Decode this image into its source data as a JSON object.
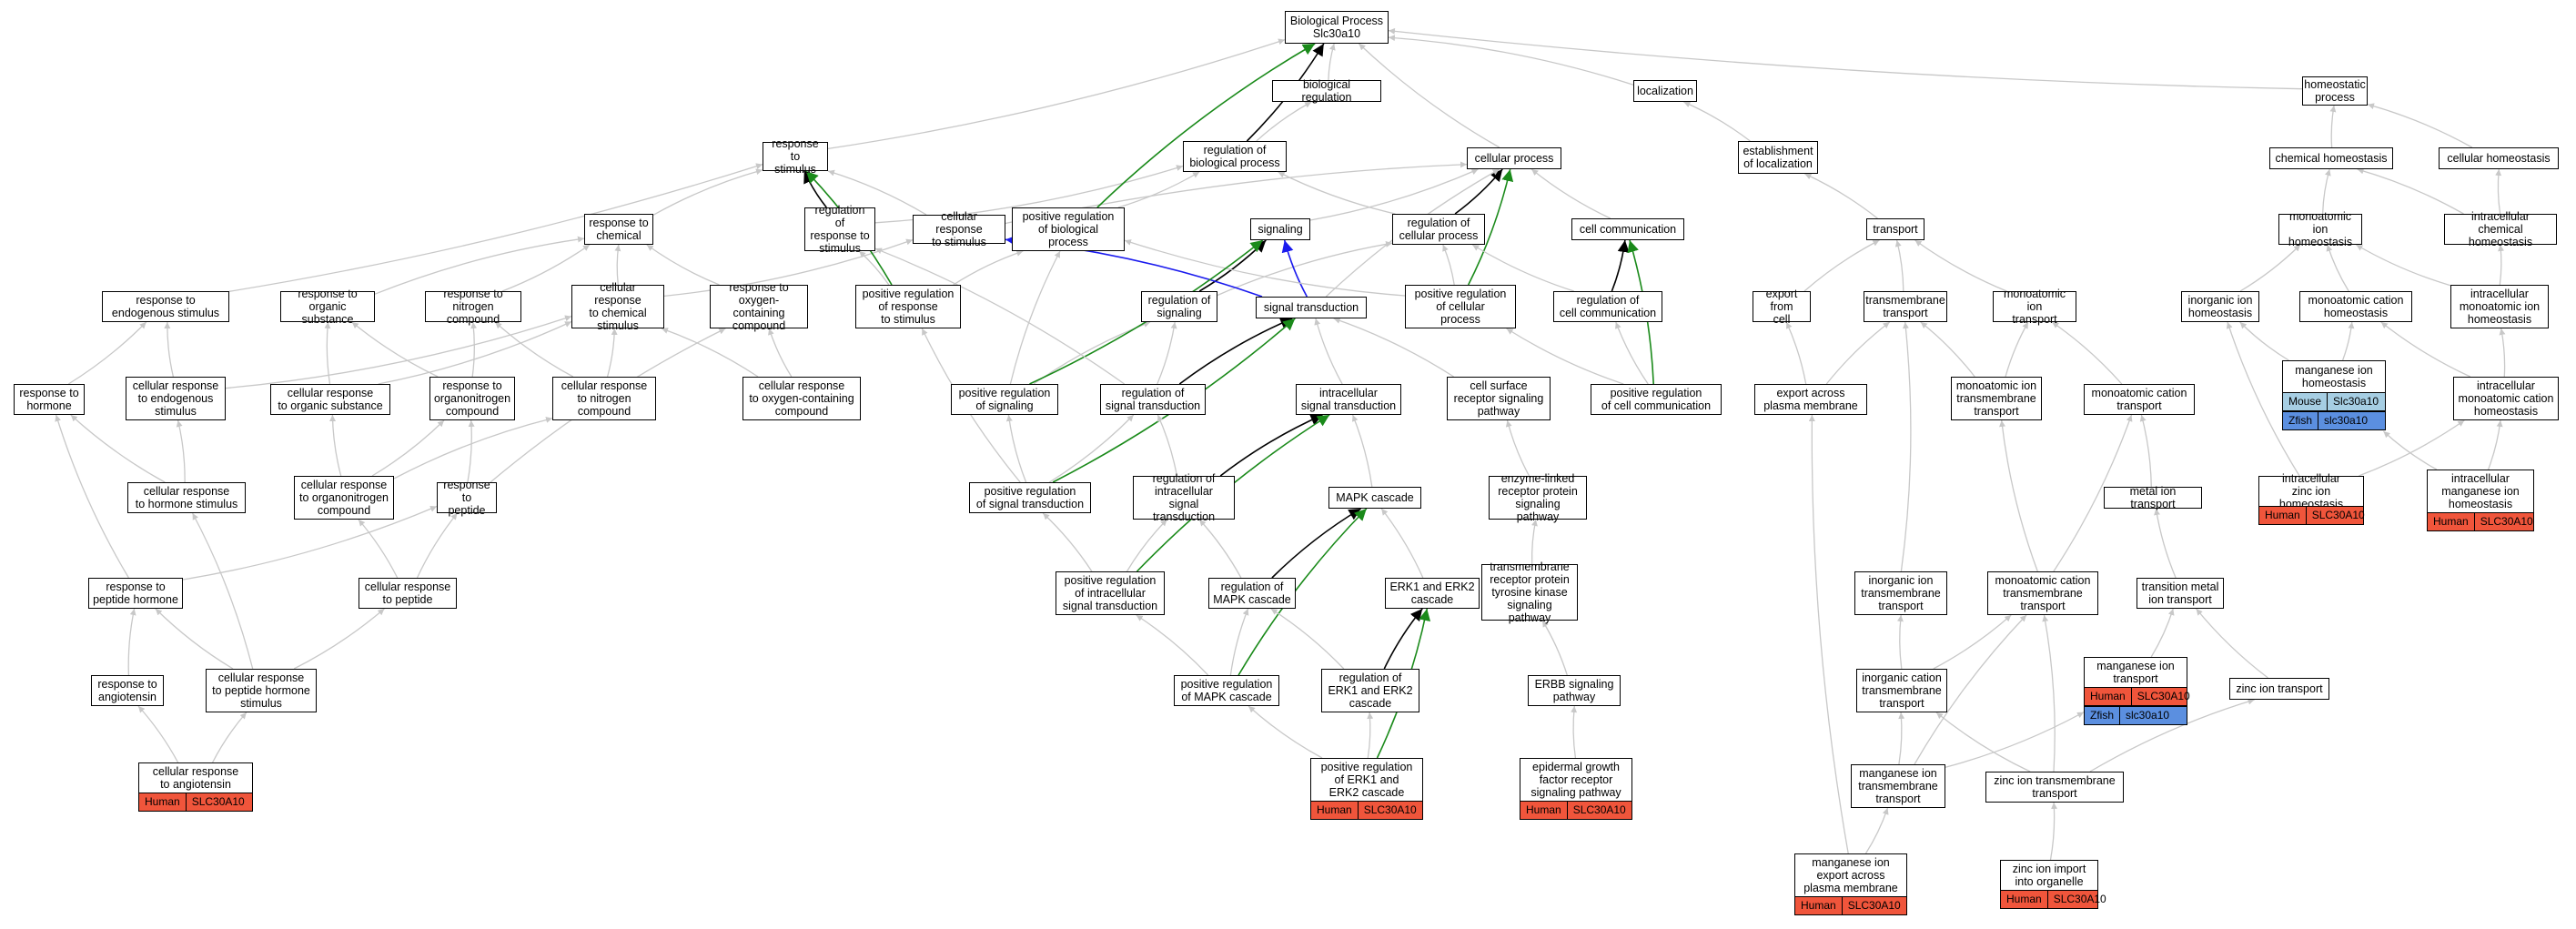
{
  "nodes": [
    {
      "id": "bp",
      "label": "Biological Process\nSlc30a10"
    },
    {
      "id": "biolreg",
      "label": "biological regulation"
    },
    {
      "id": "localization",
      "label": "localization"
    },
    {
      "id": "homeo",
      "label": "homeostatic\nprocess"
    },
    {
      "id": "respstim",
      "label": "response to\nstimulus"
    },
    {
      "id": "regbp",
      "label": "regulation of\nbiological process"
    },
    {
      "id": "cellproc",
      "label": "cellular process"
    },
    {
      "id": "estloc",
      "label": "establishment\nof localization"
    },
    {
      "id": "chemhomeo",
      "label": "chemical homeostasis"
    },
    {
      "id": "cellhomeo",
      "label": "cellular homeostasis"
    },
    {
      "id": "respchem",
      "label": "response to\nchemical"
    },
    {
      "id": "regrespstim",
      "label": "regulation of\nresponse to\nstimulus"
    },
    {
      "id": "cellrespstim",
      "label": "cellular response\nto stimulus"
    },
    {
      "id": "posregbp",
      "label": "positive regulation\nof biological\nprocess"
    },
    {
      "id": "signaling",
      "label": "signaling"
    },
    {
      "id": "regcellproc",
      "label": "regulation of\ncellular process"
    },
    {
      "id": "cellcomm",
      "label": "cell communication"
    },
    {
      "id": "transport",
      "label": "transport"
    },
    {
      "id": "monoionhomeo",
      "label": "monoatomic ion\nhomeostasis"
    },
    {
      "id": "intrachemhomeo",
      "label": "intracellular\nchemical homeostasis"
    },
    {
      "id": "respendo",
      "label": "response to\nendogenous stimulus"
    },
    {
      "id": "resporgsub",
      "label": "response to\norganic substance"
    },
    {
      "id": "respnitro",
      "label": "response to\nnitrogen compound"
    },
    {
      "id": "cellrespchem",
      "label": "cellular response\nto chemical\nstimulus"
    },
    {
      "id": "respoxy",
      "label": "response to\noxygen-containing\ncompound"
    },
    {
      "id": "posregrespstim",
      "label": "positive regulation\nof response\nto stimulus"
    },
    {
      "id": "regsig",
      "label": "regulation of\nsignaling"
    },
    {
      "id": "sigtrans",
      "label": "signal transduction"
    },
    {
      "id": "posregcellproc",
      "label": "positive regulation\nof cellular\nprocess"
    },
    {
      "id": "regcellcomm",
      "label": "regulation of\ncell communication"
    },
    {
      "id": "exportcell",
      "label": "export from\ncell"
    },
    {
      "id": "tmtransport",
      "label": "transmembrane\ntransport"
    },
    {
      "id": "monoiontransport",
      "label": "monoatomic ion\ntransport"
    },
    {
      "id": "inorgionhomeo",
      "label": "inorganic ion\nhomeostasis"
    },
    {
      "id": "monocathomeo",
      "label": "monoatomic cation\nhomeostasis"
    },
    {
      "id": "intramonohomeo",
      "label": "intracellular\nmonoatomic ion\nhomeostasis"
    },
    {
      "id": "resphormone",
      "label": "response to\nhormone"
    },
    {
      "id": "cellrespendo",
      "label": "cellular response\nto endogenous\nstimulus"
    },
    {
      "id": "cellresporg",
      "label": "cellular response\nto organic substance"
    },
    {
      "id": "resporganonitro",
      "label": "response to\norganonitrogen\ncompound"
    },
    {
      "id": "cellrespnitro",
      "label": "cellular response\nto nitrogen\ncompound"
    },
    {
      "id": "cellrespoxy",
      "label": "cellular response\nto oxygen-containing\ncompound"
    },
    {
      "id": "posregsig",
      "label": "positive regulation\nof signaling"
    },
    {
      "id": "regsigtrans",
      "label": "regulation of\nsignal transduction"
    },
    {
      "id": "intrasigtrans",
      "label": "intracellular\nsignal transduction"
    },
    {
      "id": "cellsurface",
      "label": "cell surface\nreceptor signaling\npathway"
    },
    {
      "id": "posregcellcomm",
      "label": "positive regulation\nof cell communication"
    },
    {
      "id": "exportpm",
      "label": "export across\nplasma membrane"
    },
    {
      "id": "monoiontm",
      "label": "monoatomic ion\ntransmembrane\ntransport"
    },
    {
      "id": "monocattrans",
      "label": "monoatomic cation\ntransport"
    },
    {
      "id": "mnhomeo",
      "label": "manganese ion\nhomeostasis"
    },
    {
      "id": "intramonocat",
      "label": "intracellular\nmonoatomic cation\nhomeostasis"
    },
    {
      "id": "cellresphormone",
      "label": "cellular response\nto hormone stimulus"
    },
    {
      "id": "cellresporganonitro",
      "label": "cellular response\nto organonitrogen\ncompound"
    },
    {
      "id": "resppeptide",
      "label": "response to\npeptide"
    },
    {
      "id": "posregsigtrans",
      "label": "positive regulation\nof signal transduction"
    },
    {
      "id": "regintrasig",
      "label": "regulation of\nintracellular\nsignal transduction"
    },
    {
      "id": "mapk",
      "label": "MAPK cascade"
    },
    {
      "id": "erbb_enzyme",
      "label": "enzyme-linked\nreceptor protein\nsignaling pathway"
    },
    {
      "id": "metaliontrans",
      "label": "metal ion transport"
    },
    {
      "id": "intrazinchomeo",
      "label": "intracellular\nzinc ion homeostasis"
    },
    {
      "id": "intramnhomeo",
      "label": "intracellular\nmanganese ion\nhomeostasis"
    },
    {
      "id": "resppephormone",
      "label": "response to\npeptide hormone"
    },
    {
      "id": "cellresppeptide",
      "label": "cellular response\nto peptide"
    },
    {
      "id": "posregintrasig",
      "label": "positive regulation\nof intracellular\nsignal transduction"
    },
    {
      "id": "regmapk",
      "label": "regulation of\nMAPK cascade"
    },
    {
      "id": "erk",
      "label": "ERK1 and ERK2\ncascade"
    },
    {
      "id": "tmrptk",
      "label": "transmembrane\nreceptor protein\ntyrosine kinase\nsignaling pathway"
    },
    {
      "id": "inorgiontm",
      "label": "inorganic ion\ntransmembrane\ntransport"
    },
    {
      "id": "monocattm",
      "label": "monoatomic cation\ntransmembrane\ntransport"
    },
    {
      "id": "transmetal",
      "label": "transition metal\nion transport"
    },
    {
      "id": "mntransport",
      "label": "manganese ion\ntransport"
    },
    {
      "id": "respangio",
      "label": "response to\nangiotensin"
    },
    {
      "id": "cellresppephormone",
      "label": "cellular response\nto peptide hormone\nstimulus"
    },
    {
      "id": "posregmapk",
      "label": "positive regulation\nof MAPK cascade"
    },
    {
      "id": "regerk",
      "label": "regulation of\nERK1 and ERK2\ncascade"
    },
    {
      "id": "erbb",
      "label": "ERBB signaling\npathway"
    },
    {
      "id": "inorgcattm",
      "label": "inorganic cation\ntransmembrane\ntransport"
    },
    {
      "id": "zinciontrans",
      "label": "zinc ion transport"
    },
    {
      "id": "cellrespangio",
      "label": "cellular response\nto angiotensin"
    },
    {
      "id": "posregerk",
      "label": "positive regulation\nof ERK1 and\nERK2 cascade"
    },
    {
      "id": "egf",
      "label": "epidermal growth\nfactor receptor\nsignaling pathway"
    },
    {
      "id": "mniontm",
      "label": "manganese ion\ntransmembrane\ntransport"
    },
    {
      "id": "zinciontm",
      "label": "zinc ion transmembrane\ntransport"
    },
    {
      "id": "mnexport",
      "label": "manganese ion\nexport across\nplasma membrane"
    },
    {
      "id": "zincimport",
      "label": "zinc ion import\ninto organelle"
    }
  ],
  "annotations": [
    {
      "node": "mnhomeo",
      "rows": [
        {
          "species": "Mouse",
          "gene": "Slc30a10",
          "color": "#a6cee3"
        },
        {
          "species": "Zfish",
          "gene": "slc30a10",
          "color": "#5b8fe0"
        }
      ]
    },
    {
      "node": "intrazinchomeo",
      "rows": [
        {
          "species": "Human",
          "gene": "SLC30A10",
          "color": "#f0553b"
        }
      ]
    },
    {
      "node": "intramnhomeo",
      "rows": [
        {
          "species": "Human",
          "gene": "SLC30A10",
          "color": "#f0553b"
        }
      ]
    },
    {
      "node": "mntransport",
      "rows": [
        {
          "species": "Human",
          "gene": "SLC30A10",
          "color": "#f0553b"
        },
        {
          "species": "Zfish",
          "gene": "slc30a10",
          "color": "#5b8fe0"
        }
      ]
    },
    {
      "node": "cellrespangio",
      "rows": [
        {
          "species": "Human",
          "gene": "SLC30A10",
          "color": "#f0553b"
        }
      ]
    },
    {
      "node": "posregerk",
      "rows": [
        {
          "species": "Human",
          "gene": "SLC30A10",
          "color": "#f0553b"
        }
      ]
    },
    {
      "node": "egf",
      "rows": [
        {
          "species": "Human",
          "gene": "SLC30A10",
          "color": "#f0553b"
        }
      ]
    },
    {
      "node": "mnexport",
      "rows": [
        {
          "species": "Human",
          "gene": "SLC30A10",
          "color": "#f0553b"
        }
      ]
    },
    {
      "node": "zincimport",
      "rows": [
        {
          "species": "Human",
          "gene": "SLC30A10",
          "color": "#f0553b"
        }
      ]
    }
  ],
  "edge_colors": {
    "is_a": "#c8c8c8",
    "regulates": "#000000",
    "positively_regulates": "#1a8a1a",
    "part_of": "#1a1aee"
  },
  "edges": [
    [
      "biolreg",
      "bp",
      "is_a"
    ],
    [
      "localization",
      "bp",
      "is_a"
    ],
    [
      "homeo",
      "bp",
      "is_a"
    ],
    [
      "respstim",
      "bp",
      "is_a"
    ],
    [
      "regbp",
      "biolreg",
      "is_a"
    ],
    [
      "regbp",
      "bp",
      "regulates"
    ],
    [
      "cellproc",
      "bp",
      "is_a"
    ],
    [
      "estloc",
      "localization",
      "is_a"
    ],
    [
      "chemhomeo",
      "homeo",
      "is_a"
    ],
    [
      "cellhomeo",
      "homeo",
      "is_a"
    ],
    [
      "respchem",
      "respstim",
      "is_a"
    ],
    [
      "regrespstim",
      "regbp",
      "is_a"
    ],
    [
      "regrespstim",
      "respstim",
      "regulates"
    ],
    [
      "cellrespstim",
      "respstim",
      "is_a"
    ],
    [
      "cellrespstim",
      "cellproc",
      "is_a"
    ],
    [
      "posregbp",
      "regbp",
      "is_a"
    ],
    [
      "posregbp",
      "bp",
      "positively_regulates"
    ],
    [
      "signaling",
      "cellproc",
      "is_a"
    ],
    [
      "regcellproc",
      "regbp",
      "is_a"
    ],
    [
      "regcellproc",
      "cellproc",
      "regulates"
    ],
    [
      "cellcomm",
      "cellproc",
      "is_a"
    ],
    [
      "transport",
      "estloc",
      "is_a"
    ],
    [
      "monoionhomeo",
      "chemhomeo",
      "is_a"
    ],
    [
      "intrachemhomeo",
      "chemhomeo",
      "is_a"
    ],
    [
      "intrachemhomeo",
      "cellhomeo",
      "is_a"
    ],
    [
      "respendo",
      "respstim",
      "is_a"
    ],
    [
      "resporgsub",
      "respchem",
      "is_a"
    ],
    [
      "respnitro",
      "respchem",
      "is_a"
    ],
    [
      "cellrespchem",
      "respchem",
      "is_a"
    ],
    [
      "cellrespchem",
      "cellrespstim",
      "is_a"
    ],
    [
      "respoxy",
      "respchem",
      "is_a"
    ],
    [
      "posregrespstim",
      "regrespstim",
      "is_a"
    ],
    [
      "posregrespstim",
      "posregbp",
      "is_a"
    ],
    [
      "posregrespstim",
      "respstim",
      "positively_regulates"
    ],
    [
      "regsig",
      "regcellproc",
      "is_a"
    ],
    [
      "regsig",
      "signaling",
      "regulates"
    ],
    [
      "sigtrans",
      "signaling",
      "part_of"
    ],
    [
      "sigtrans",
      "cellrespstim",
      "part_of"
    ],
    [
      "sigtrans",
      "cellproc",
      "is_a"
    ],
    [
      "posregcellproc",
      "regcellproc",
      "is_a"
    ],
    [
      "posregcellproc",
      "posregbp",
      "is_a"
    ],
    [
      "posregcellproc",
      "cellproc",
      "positively_regulates"
    ],
    [
      "regcellcomm",
      "regcellproc",
      "is_a"
    ],
    [
      "regcellcomm",
      "cellcomm",
      "regulates"
    ],
    [
      "exportcell",
      "transport",
      "is_a"
    ],
    [
      "tmtransport",
      "transport",
      "is_a"
    ],
    [
      "monoiontransport",
      "transport",
      "is_a"
    ],
    [
      "inorgionhomeo",
      "monoionhomeo",
      "is_a"
    ],
    [
      "monocathomeo",
      "monoionhomeo",
      "is_a"
    ],
    [
      "intramonohomeo",
      "intrachemhomeo",
      "is_a"
    ],
    [
      "intramonohomeo",
      "monoionhomeo",
      "is_a"
    ],
    [
      "resphormone",
      "respendo",
      "is_a"
    ],
    [
      "cellrespendo",
      "respendo",
      "is_a"
    ],
    [
      "cellrespendo",
      "cellrespchem",
      "is_a"
    ],
    [
      "cellresporg",
      "resporgsub",
      "is_a"
    ],
    [
      "cellresporg",
      "cellrespchem",
      "is_a"
    ],
    [
      "resporganonitro",
      "resporgsub",
      "is_a"
    ],
    [
      "resporganonitro",
      "respnitro",
      "is_a"
    ],
    [
      "cellrespnitro",
      "respnitro",
      "is_a"
    ],
    [
      "cellrespnitro",
      "cellrespchem",
      "is_a"
    ],
    [
      "cellrespoxy",
      "respoxy",
      "is_a"
    ],
    [
      "cellrespoxy",
      "cellrespchem",
      "is_a"
    ],
    [
      "posregsig",
      "regsig",
      "is_a"
    ],
    [
      "posregsig",
      "signaling",
      "positively_regulates"
    ],
    [
      "posregsig",
      "posregbp",
      "is_a"
    ],
    [
      "regsigtrans",
      "regsig",
      "is_a"
    ],
    [
      "regsigtrans",
      "sigtrans",
      "regulates"
    ],
    [
      "regsigtrans",
      "regrespstim",
      "is_a"
    ],
    [
      "intrasigtrans",
      "sigtrans",
      "is_a"
    ],
    [
      "cellsurface",
      "sigtrans",
      "is_a"
    ],
    [
      "posregcellcomm",
      "regcellcomm",
      "is_a"
    ],
    [
      "posregcellcomm",
      "cellcomm",
      "positively_regulates"
    ],
    [
      "posregcellcomm",
      "posregcellproc",
      "is_a"
    ],
    [
      "exportpm",
      "exportcell",
      "is_a"
    ],
    [
      "exportpm",
      "tmtransport",
      "is_a"
    ],
    [
      "monoiontm",
      "tmtransport",
      "is_a"
    ],
    [
      "monoiontm",
      "monoiontransport",
      "is_a"
    ],
    [
      "monocattrans",
      "monoiontransport",
      "is_a"
    ],
    [
      "mnhomeo",
      "inorgionhomeo",
      "is_a"
    ],
    [
      "mnhomeo",
      "monocathomeo",
      "is_a"
    ],
    [
      "intramonocat",
      "monocathomeo",
      "is_a"
    ],
    [
      "intramonocat",
      "intramonohomeo",
      "is_a"
    ],
    [
      "cellresphormone",
      "resphormone",
      "is_a"
    ],
    [
      "cellresphormone",
      "cellrespendo",
      "is_a"
    ],
    [
      "cellresporganonitro",
      "cellresporg",
      "is_a"
    ],
    [
      "cellresporganonitro",
      "resporganonitro",
      "is_a"
    ],
    [
      "cellresporganonitro",
      "cellrespnitro",
      "is_a"
    ],
    [
      "resppeptide",
      "resporganonitro",
      "is_a"
    ],
    [
      "resppeptide",
      "respoxy",
      "is_a"
    ],
    [
      "posregsigtrans",
      "regsigtrans",
      "is_a"
    ],
    [
      "posregsigtrans",
      "posregsig",
      "is_a"
    ],
    [
      "posregsigtrans",
      "sigtrans",
      "positively_regulates"
    ],
    [
      "posregsigtrans",
      "posregrespstim",
      "is_a"
    ],
    [
      "regintrasig",
      "regsigtrans",
      "is_a"
    ],
    [
      "regintrasig",
      "intrasigtrans",
      "regulates"
    ],
    [
      "mapk",
      "intrasigtrans",
      "is_a"
    ],
    [
      "erbb_enzyme",
      "cellsurface",
      "is_a"
    ],
    [
      "metaliontrans",
      "monocattrans",
      "is_a"
    ],
    [
      "intrazinchomeo",
      "inorgionhomeo",
      "is_a"
    ],
    [
      "intrazinchomeo",
      "intramonocat",
      "is_a"
    ],
    [
      "intramnhomeo",
      "mnhomeo",
      "is_a"
    ],
    [
      "intramnhomeo",
      "intramonocat",
      "is_a"
    ],
    [
      "resppephormone",
      "resphormone",
      "is_a"
    ],
    [
      "resppephormone",
      "resppeptide",
      "is_a"
    ],
    [
      "cellresppeptide",
      "resppeptide",
      "is_a"
    ],
    [
      "cellresppeptide",
      "cellresporganonitro",
      "is_a"
    ],
    [
      "posregintrasig",
      "regintrasig",
      "is_a"
    ],
    [
      "posregintrasig",
      "posregsigtrans",
      "is_a"
    ],
    [
      "posregintrasig",
      "intrasigtrans",
      "positively_regulates"
    ],
    [
      "regmapk",
      "regintrasig",
      "is_a"
    ],
    [
      "regmapk",
      "mapk",
      "regulates"
    ],
    [
      "erk",
      "mapk",
      "is_a"
    ],
    [
      "tmrptk",
      "erbb_enzyme",
      "is_a"
    ],
    [
      "inorgiontm",
      "tmtransport",
      "is_a"
    ],
    [
      "monocattm",
      "monoiontm",
      "is_a"
    ],
    [
      "monocattm",
      "monocattrans",
      "is_a"
    ],
    [
      "transmetal",
      "metaliontrans",
      "is_a"
    ],
    [
      "mntransport",
      "transmetal",
      "is_a"
    ],
    [
      "respangio",
      "resppephormone",
      "is_a"
    ],
    [
      "cellresppephormone",
      "cellresphormone",
      "is_a"
    ],
    [
      "cellresppephormone",
      "resppephormone",
      "is_a"
    ],
    [
      "cellresppephormone",
      "cellresppeptide",
      "is_a"
    ],
    [
      "posregmapk",
      "regmapk",
      "is_a"
    ],
    [
      "posregmapk",
      "posregintrasig",
      "is_a"
    ],
    [
      "posregmapk",
      "mapk",
      "positively_regulates"
    ],
    [
      "regerk",
      "regmapk",
      "is_a"
    ],
    [
      "regerk",
      "erk",
      "regulates"
    ],
    [
      "erbb",
      "tmrptk",
      "is_a"
    ],
    [
      "inorgcattm",
      "inorgiontm",
      "is_a"
    ],
    [
      "inorgcattm",
      "monocattm",
      "is_a"
    ],
    [
      "zinciontrans",
      "transmetal",
      "is_a"
    ],
    [
      "cellrespangio",
      "respangio",
      "is_a"
    ],
    [
      "cellrespangio",
      "cellresppephormone",
      "is_a"
    ],
    [
      "posregerk",
      "regerk",
      "is_a"
    ],
    [
      "posregerk",
      "posregmapk",
      "is_a"
    ],
    [
      "posregerk",
      "erk",
      "positively_regulates"
    ],
    [
      "egf",
      "erbb",
      "is_a"
    ],
    [
      "mniontm",
      "inorgcattm",
      "is_a"
    ],
    [
      "mniontm",
      "monocattm",
      "is_a"
    ],
    [
      "mniontm",
      "mntransport",
      "is_a"
    ],
    [
      "zinciontm",
      "inorgcattm",
      "is_a"
    ],
    [
      "zinciontm",
      "monocattm",
      "is_a"
    ],
    [
      "zinciontm",
      "zinciontrans",
      "is_a"
    ],
    [
      "mnexport",
      "mniontm",
      "is_a"
    ],
    [
      "mnexport",
      "exportpm",
      "is_a"
    ],
    [
      "zincimport",
      "zinciontm",
      "is_a"
    ]
  ]
}
